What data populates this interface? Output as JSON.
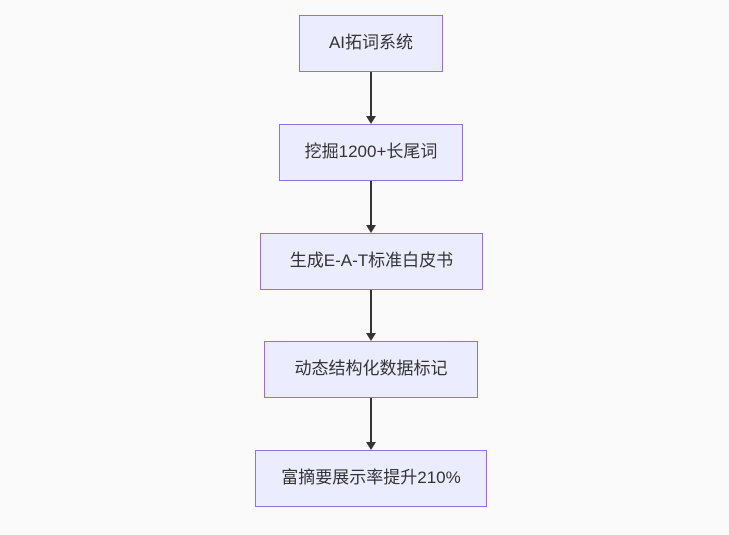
{
  "diagram": {
    "type": "flowchart",
    "direction": "top-down",
    "colors": {
      "background": "#fafafa",
      "node_fill": "#ececff",
      "node_border": "#9370db",
      "node_text": "#333333",
      "edge": "#333333"
    },
    "nodes": [
      {
        "label": "AI拓词系统"
      },
      {
        "label": "挖掘1200+长尾词"
      },
      {
        "label": "生成E-A-T标准白皮书"
      },
      {
        "label": "动态结构化数据标记"
      },
      {
        "label": "富摘要展示率提升210%"
      }
    ],
    "edges": [
      {
        "from": 0,
        "to": 1
      },
      {
        "from": 1,
        "to": 2
      },
      {
        "from": 2,
        "to": 3
      },
      {
        "from": 3,
        "to": 4
      }
    ]
  }
}
